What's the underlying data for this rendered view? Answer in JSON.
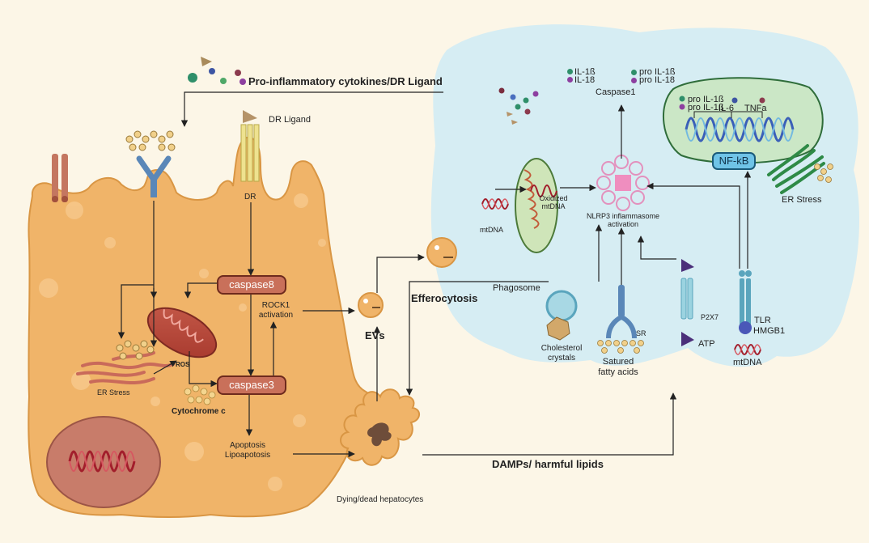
{
  "top": {
    "cytokines_label": "Pro-inflammatory cytokines/DR Ligand",
    "dr_ligand_label": "DR Ligand",
    "dr_label": "DR"
  },
  "hepatocyte": {
    "caspase8": "caspase8",
    "caspase3": "caspase3",
    "rock1": "ROCK1\nactivation",
    "ros": "ROS",
    "er_stress": "ER Stress",
    "cytochrome": "Cytochrome c",
    "apoptosis": "Apoptosis\nLipoapotosis"
  },
  "middle": {
    "evs": "EVs",
    "efferocytosis": "Efferocytosis",
    "dying": "Dying/dead hepatocytes",
    "damps": "DAMPs/ harmful lipids"
  },
  "macrophage": {
    "il1b": "IL-1ß",
    "il18": "IL-18",
    "pro_il1b": "pro IL-1ß",
    "pro_il18": "pro IL-18",
    "caspase1": "Caspase1",
    "nucleus_pro_il1b": "pro IL-1ß",
    "nucleus_pro_il18": "pro IL-1ß",
    "il6": "IL-6",
    "tnfa": "TNFa",
    "nfkb": "NF-kB",
    "er_stress": "ER Stress",
    "oxidized": "Oxidized\nmtDNA",
    "mtdna": "mtDNA",
    "nlrp3": "NLRP3 inflammasome\nactivation",
    "phagosome": "Phagosome",
    "cholesterol": "Cholesterol\ncrystals",
    "sr": "SR",
    "fatty": "Satured\nfatty acids",
    "p2x7": "P2X7",
    "atp": "ATP",
    "tlr": "TLR",
    "hmgb1": "HMGB1",
    "tlr_mtdna": "mtDNA"
  },
  "colors": {
    "hepatocyte": "#f0b469",
    "macrophage": "#d3ebf1",
    "nucleus_mac": "#cfe8cf",
    "caspase": "#c9705a",
    "nfkb": "#6fc3e7"
  }
}
